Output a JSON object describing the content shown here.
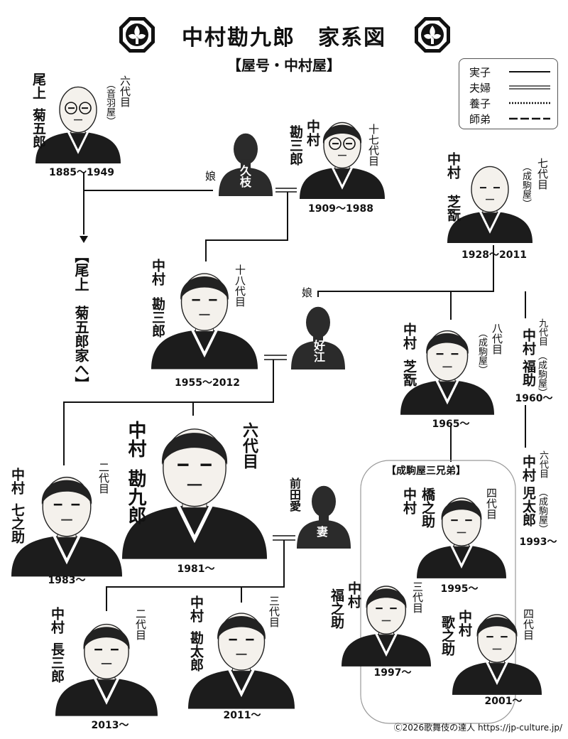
{
  "header": {
    "title": "中村勘九郎　家系図",
    "subtitle": "【屋号・中村屋】"
  },
  "legend": {
    "items": [
      {
        "label": "実子",
        "style": "solid"
      },
      {
        "label": "夫婦",
        "style": "double"
      },
      {
        "label": "養子",
        "style": "dotted"
      },
      {
        "label": "師弟",
        "style": "dashed"
      }
    ]
  },
  "people": {
    "kikugoro": {
      "family": "尾上",
      "given": "菊五郎",
      "generation": "六代目",
      "yago": "（音羽屋）",
      "years": "1885〜1949"
    },
    "hisae": {
      "name": "久枝",
      "relation": "娘"
    },
    "kanzaburo17": {
      "family": "中村",
      "given": "勘三郎",
      "generation": "十七代目",
      "years": "1909〜1988"
    },
    "shikan7": {
      "family": "中村",
      "given": "芝翫",
      "generation": "七代目",
      "yago": "（成駒屋）",
      "years": "1928〜2011"
    },
    "note_kikugoro": "【尾上　菊五郎家へ】",
    "kanzaburo18": {
      "family": "中村",
      "given": "勘三郎",
      "generation": "十八代目",
      "years": "1955〜2012"
    },
    "yoshie": {
      "name": "好江",
      "relation": "娘"
    },
    "shikan8": {
      "family": "中村",
      "given": "芝翫",
      "generation": "八代目",
      "yago": "（成駒屋）",
      "years": "1965〜"
    },
    "fukusuke9": {
      "family": "中村",
      "given": "福助",
      "generation": "九代目",
      "yago": "（成駒屋）",
      "years": "1960〜"
    },
    "shichinosuke2": {
      "family": "中村",
      "given": "七之助",
      "generation": "二代目",
      "years": "1983〜"
    },
    "kankuro6": {
      "family": "中村",
      "given": "勘九郎",
      "generation": "六代目",
      "years": "1981〜"
    },
    "wife": {
      "name": "前田愛",
      "label": "妻"
    },
    "kotaro6": {
      "family": "中村",
      "given": "児太郎",
      "generation": "六代目",
      "yago": "（成駒屋）",
      "years": "1993〜"
    },
    "brothers_label": "【成駒屋三兄弟】",
    "hashinosuke4": {
      "family": "中村",
      "given": "橋之助",
      "generation": "四代目",
      "years": "1995〜"
    },
    "fukunosuke3": {
      "family": "中村",
      "given": "福之助",
      "generation": "三代目",
      "years": "1997〜"
    },
    "utanosuke4": {
      "family": "中村",
      "given": "歌之助",
      "generation": "四代目",
      "years": "2001〜"
    },
    "chosaburo2": {
      "family": "中村",
      "given": "長三郎",
      "generation": "二代目",
      "years": "2013〜"
    },
    "kantaro3": {
      "family": "中村",
      "given": "勘太郎",
      "generation": "三代目",
      "years": "2011〜"
    }
  },
  "footer": {
    "copyright": "Ⓒ2026歌舞伎の達人 https://jp-culture.jp/"
  },
  "colors": {
    "ink": "#111111",
    "silhouette": "#2b2b2b",
    "kimono": "#1c1c1c",
    "face": "#f4f1ec"
  }
}
